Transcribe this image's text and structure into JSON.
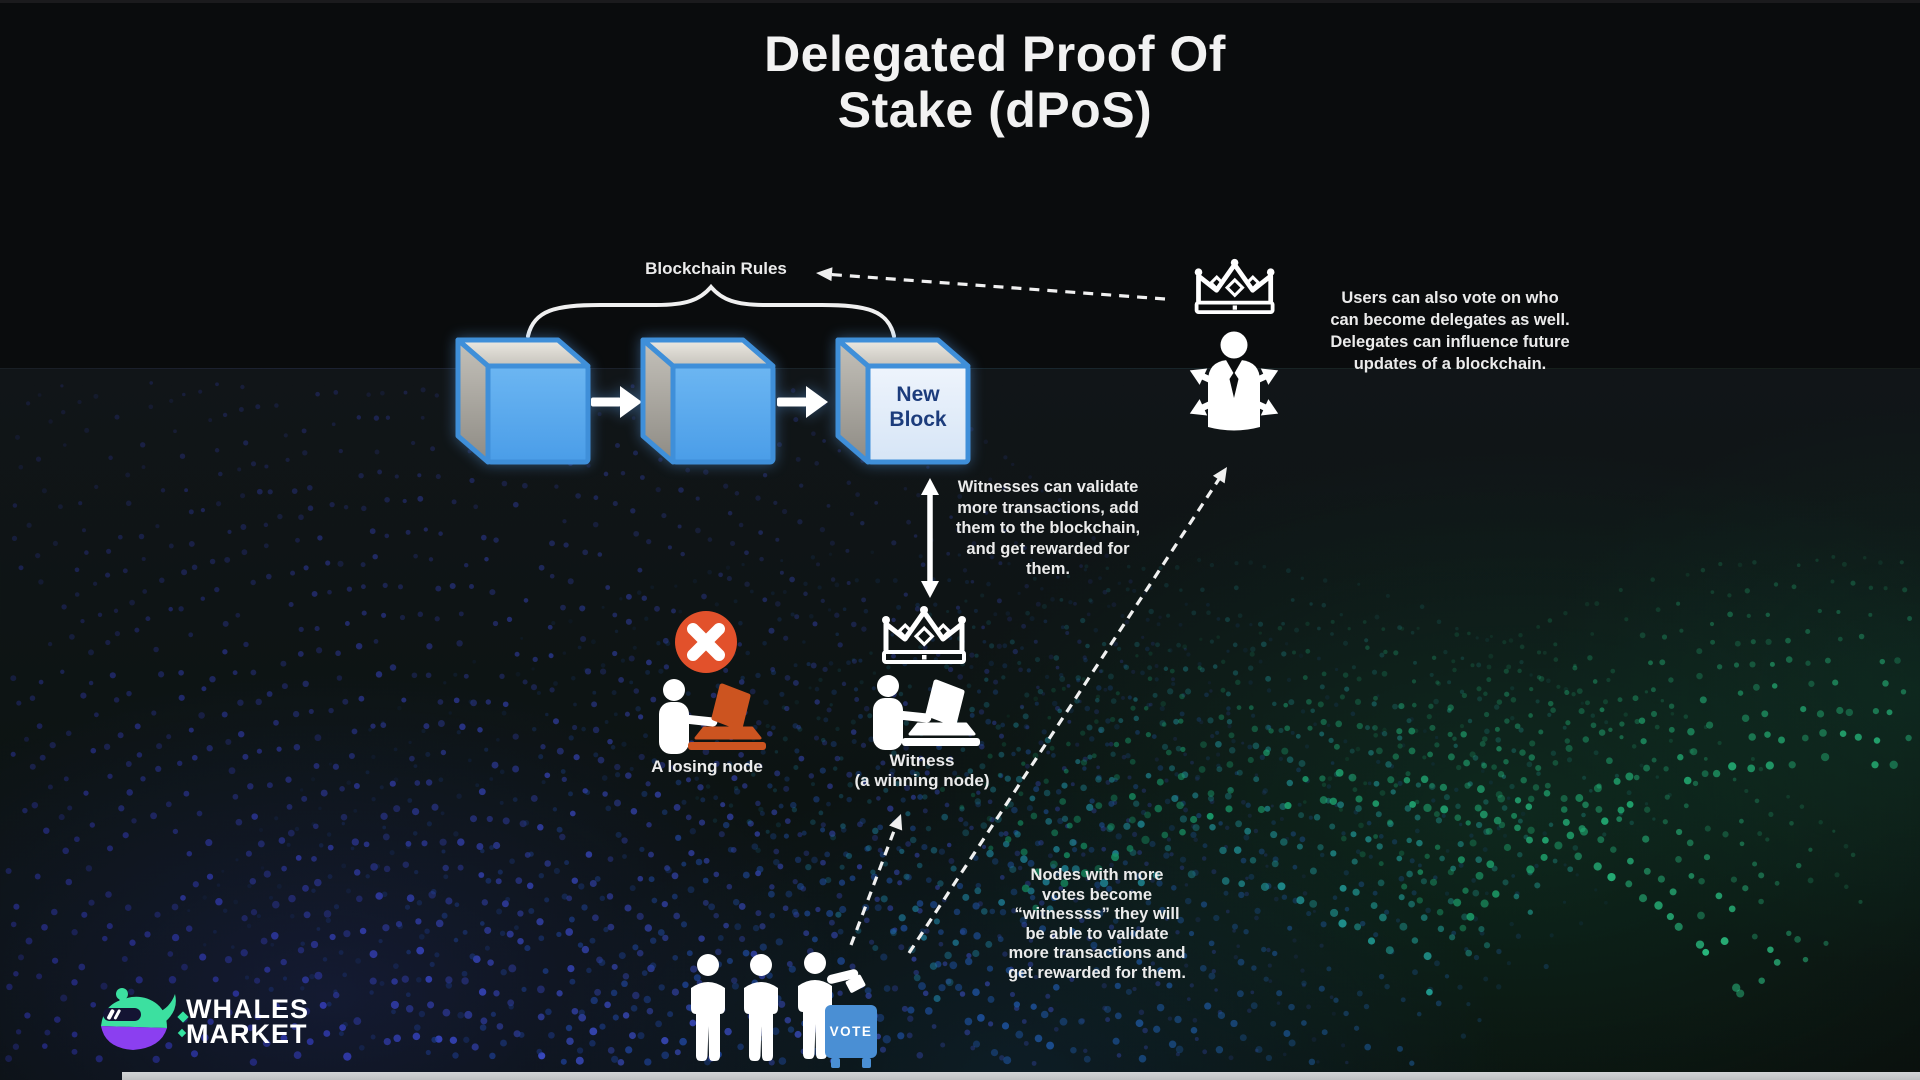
{
  "title": {
    "text": "Delegated Proof Of\nStake (dPoS)"
  },
  "labels": {
    "blockchain_rules": "Blockchain Rules",
    "new_block": "New\nBlock",
    "witness_name": "Witness\n(a winning node)",
    "losing_node": "A losing node",
    "vote": "VOTE"
  },
  "annotations": {
    "users_vote": "Users can also vote on who\ncan become delegates as well.\nDelegates can influence future\nupdates of a blockchain.",
    "witnesses_validate": "Witnesses can validate\nmore transactions, add\nthem to the blockchain,\nand get rewarded for\nthem.",
    "nodes_votes": "Nodes with more\nvotes become\n“witnessss” they will\nbe able to validate\nmore transactions and\nget rewarded for them."
  },
  "logo": {
    "name_line1": "WHALES",
    "name_line2": "MARKET"
  },
  "icons": [
    "crown-icon",
    "delegate-icon",
    "witness-icon",
    "losing-node-icon",
    "cross-badge-icon",
    "cube-icon",
    "new-block-cube-icon",
    "arrow-right-icon",
    "double-arrow-icon",
    "dashed-arrow-icon",
    "curly-brace-icon",
    "voter-icon",
    "ballot-icon",
    "vote-box-icon",
    "whale-logo-icon"
  ],
  "colors": {
    "background": "#0a0c0d",
    "cube_blue": "#55a9ec",
    "cube_outline": "#3f8fd9",
    "new_block_text": "#1c3c7c",
    "vote_box_blue": "#4a8fd4",
    "error_red": "#e2512b",
    "laptop_orange": "#cc5420",
    "whale_green": "#3ce0a0",
    "whale_purple": "#8b3ff0",
    "dots_blue": "#4156d8",
    "dots_teal": "#219e92",
    "dots_green": "#2ecd8b",
    "text_white": "#ebebeb"
  }
}
